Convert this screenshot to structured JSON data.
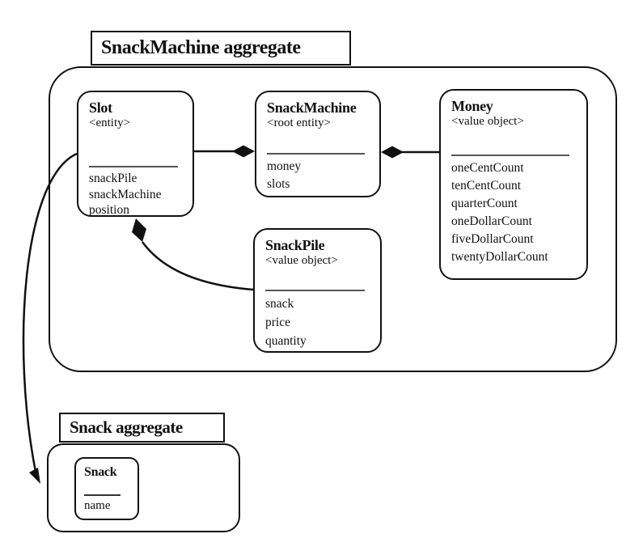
{
  "colors": {
    "ink": "#111111",
    "background": "#ffffff",
    "separator": "#555555"
  },
  "snack_machine_aggregate": {
    "label": "SnackMachine aggregate",
    "classes": {
      "slot": {
        "name": "Slot",
        "stereotype": "<entity>",
        "attributes": [
          "snackPile",
          "snackMachine",
          "position"
        ]
      },
      "snack_machine": {
        "name": "SnackMachine",
        "stereotype": "<root entity>",
        "attributes": [
          "money",
          "slots"
        ]
      },
      "money": {
        "name": "Money",
        "stereotype": "<value object>",
        "attributes": [
          "oneCentCount",
          "tenCentCount",
          "quarterCount",
          "oneDollarCount",
          "fiveDollarCount",
          "twentyDollarCount"
        ]
      },
      "snack_pile": {
        "name": "SnackPile",
        "stereotype": "<value object>",
        "attributes": [
          "snack",
          "price",
          "quantity"
        ]
      }
    }
  },
  "snack_aggregate": {
    "label": "Snack aggregate",
    "classes": {
      "snack": {
        "name": "Snack",
        "attributes": [
          "name"
        ]
      }
    }
  },
  "relationships": [
    {
      "owner": "SnackMachine",
      "part": "Slot",
      "type": "composition"
    },
    {
      "owner": "SnackMachine",
      "part": "Money",
      "type": "composition"
    },
    {
      "owner": "Slot",
      "part": "SnackPile",
      "type": "composition"
    },
    {
      "from": "Slot",
      "to": "Snack aggregate",
      "type": "cross-aggregate-reference-arrow"
    }
  ]
}
